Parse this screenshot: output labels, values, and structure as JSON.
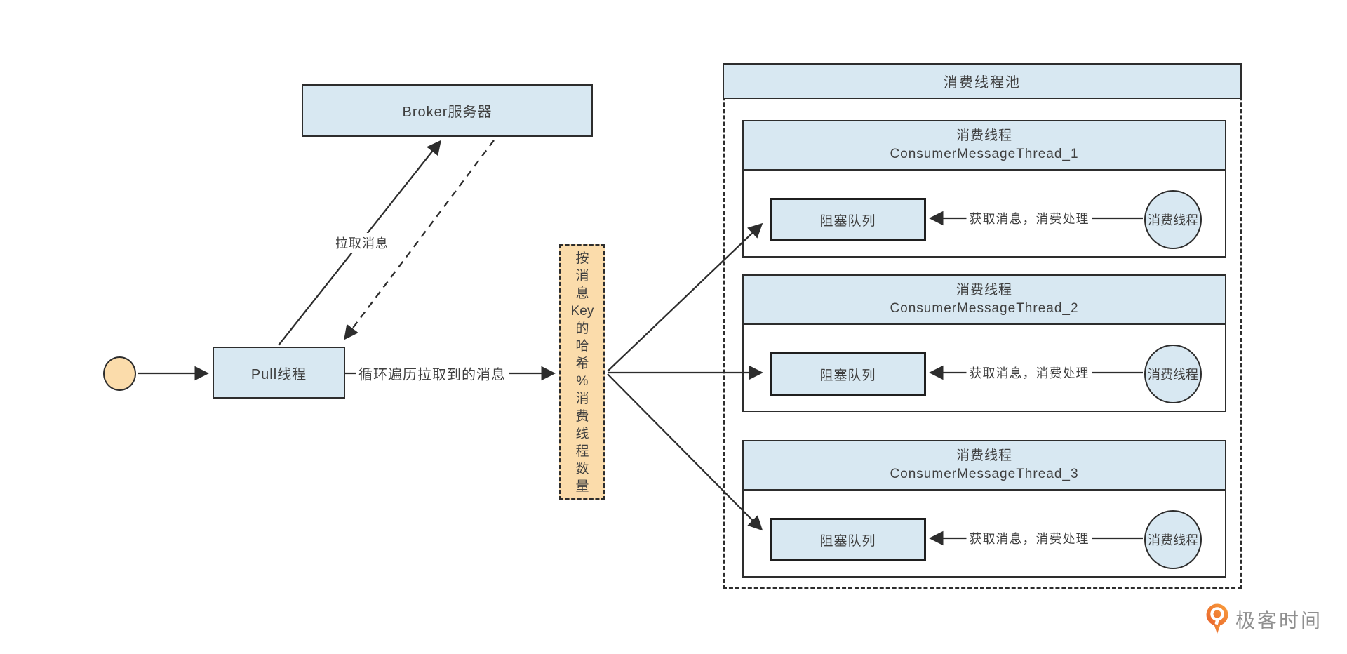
{
  "colors": {
    "node_blue": "#d8e8f2",
    "node_tan": "#fbdcab",
    "border_dark": "#2d2d2d",
    "text_gray": "#3f3f3f",
    "logo_orange": "#f0812f",
    "logo_text_gray": "#8f8f8f"
  },
  "broker": {
    "label": "Broker服务器"
  },
  "pull": {
    "label": "Pull线程"
  },
  "edge_labels": {
    "pull_from_broker": "拉取消息",
    "loop_messages": "循环遍历拉取到的消息"
  },
  "hash": {
    "text": "按消息Key的哈希%消费线程数量",
    "lines": [
      "按",
      "消",
      "息",
      "Key",
      "的",
      "哈",
      "希",
      "%",
      "消",
      "费",
      "线",
      "程",
      "数",
      "量"
    ]
  },
  "pool": {
    "title": "消费线程池",
    "threads": [
      {
        "name": "消费线程",
        "thread_label": "ConsumerMessageThread_1",
        "queue": "阻塞队列",
        "worker": "消费线程",
        "fetch": "获取消息，消费处理"
      },
      {
        "name": "消费线程",
        "thread_label": "ConsumerMessageThread_2",
        "queue": "阻塞队列",
        "worker": "消费线程",
        "fetch": "获取消息，消费处理"
      },
      {
        "name": "消费线程",
        "thread_label": "ConsumerMessageThread_3",
        "queue": "阻塞队列",
        "worker": "消费线程",
        "fetch": "获取消息，消费处理"
      }
    ]
  },
  "logo": {
    "text": "极客时间"
  }
}
